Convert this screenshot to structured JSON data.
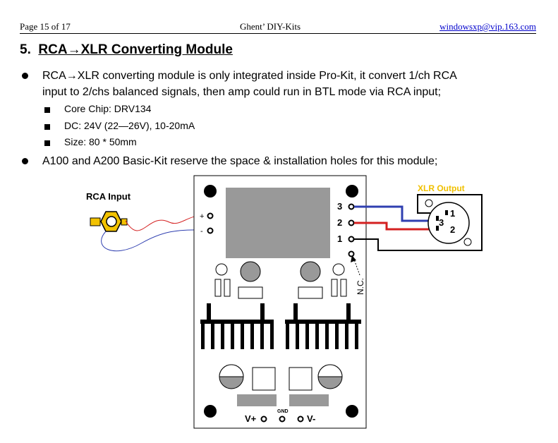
{
  "header": {
    "page": "Page 15 of 17",
    "center": "Ghent’ DIY-Kits",
    "email": "windowsxp@vip.163.com"
  },
  "section": {
    "number": "5.",
    "title": "RCA→XLR Converting Module"
  },
  "bullets": [
    {
      "line1": "RCA→XLR converting module is only integrated inside Pro-Kit, it convert 1/ch RCA",
      "line2": "input to 2/chs balanced signals, then amp could run in BTL mode via RCA input;"
    },
    {
      "line1": "A100 and A200 Basic-Kit reserve the space & installation holes for this module;"
    }
  ],
  "subitems": [
    "Core Chip: DRV134",
    "DC: 24V (22—26V), 10-20mA",
    "Size: 80 * 50mm"
  ],
  "diagram": {
    "rca_label": "RCA Input",
    "xlr_label": "XLR Output",
    "plus": "+",
    "minus": "-",
    "pin3": "3",
    "pin2": "2",
    "pin1": "1",
    "nc": "N.C.",
    "xlr1": "1",
    "xlr2": "2",
    "xlr3": "3",
    "vplus": "V+",
    "gnd": "GND",
    "vminus": "V-",
    "colors": {
      "red_wire": "#d42020",
      "blue_wire": "#2f3fb0",
      "xlr_label": "#f0c000",
      "pcb_gray": "#999999",
      "rca_gold": "#f2c200"
    }
  }
}
